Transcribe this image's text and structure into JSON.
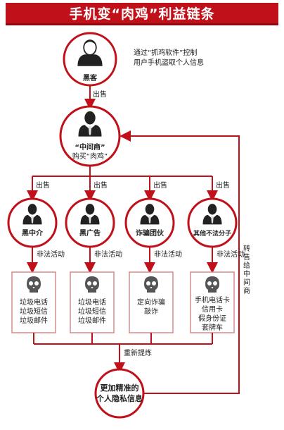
{
  "title": "手机变“肉鸡”利益链条",
  "hacker": {
    "label": "黑客",
    "description_line1": "通过“抓鸡软件”控制",
    "description_line2": "用户手机盗取个人信息"
  },
  "sell_label": "出售",
  "middleman": {
    "label_line1": "“中间商”",
    "label_line2": "购买“肉鸡”"
  },
  "buyers": [
    {
      "label": "黑中介",
      "sell": "出售",
      "illegal": "非法活动",
      "uses": [
        "垃圾电话",
        "垃圾短信",
        "垃圾邮件"
      ]
    },
    {
      "label": "黑广告",
      "sell": "出售",
      "illegal": "非法活动",
      "uses": [
        "垃圾电话",
        "垃圾短信",
        "垃圾邮件"
      ]
    },
    {
      "label": "诈骗团伙",
      "sell": "出售",
      "illegal": "非法活动",
      "uses": [
        "定向诈骗",
        "敲诈"
      ]
    },
    {
      "label": "其他不法分子",
      "sell": "出售",
      "illegal": "非法活动",
      "uses": [
        "手机电话卡",
        "信用卡",
        "假身份证",
        "套牌车"
      ]
    }
  ],
  "resell_label": "转售给中间商",
  "refine_label": "重新提炼",
  "result": {
    "line1": "更加精准的",
    "line2": "个人隐私信息"
  },
  "colors": {
    "title_bg": "#c0111a",
    "circle_border": "#c0111a",
    "arrow": "#c0111a",
    "box_border": "#d98a8a",
    "skull": "#555555"
  }
}
